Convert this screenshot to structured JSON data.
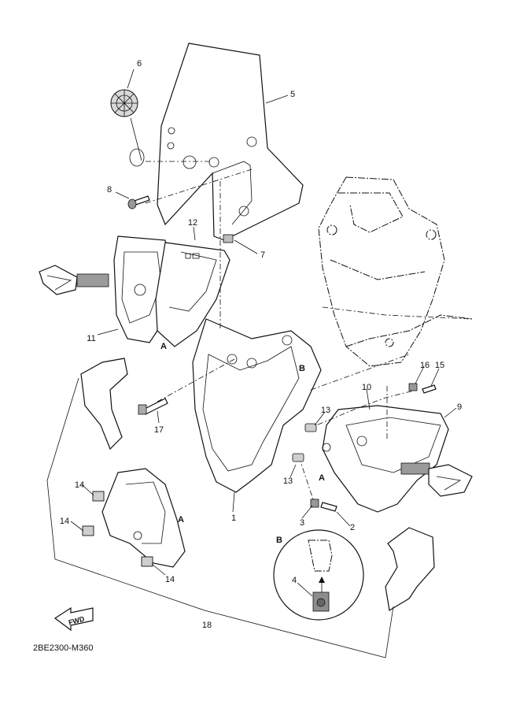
{
  "diagram": {
    "code": "2BE2300-M360",
    "fwd_label": "FWD",
    "detail_b_label": "B",
    "parts": [
      {
        "num": "1"
      },
      {
        "num": "2"
      },
      {
        "num": "3"
      },
      {
        "num": "4"
      },
      {
        "num": "5"
      },
      {
        "num": "6"
      },
      {
        "num": "7"
      },
      {
        "num": "8"
      },
      {
        "num": "9"
      },
      {
        "num": "10"
      },
      {
        "num": "11"
      },
      {
        "num": "12"
      },
      {
        "num": "13"
      },
      {
        "num": "13"
      },
      {
        "num": "14"
      },
      {
        "num": "14"
      },
      {
        "num": "14"
      },
      {
        "num": "15"
      },
      {
        "num": "16"
      },
      {
        "num": "17"
      },
      {
        "num": "18"
      }
    ],
    "ref_letters": {
      "a_left": "A",
      "a_right": "A",
      "a_lower": "A",
      "b_cowl": "B"
    }
  }
}
